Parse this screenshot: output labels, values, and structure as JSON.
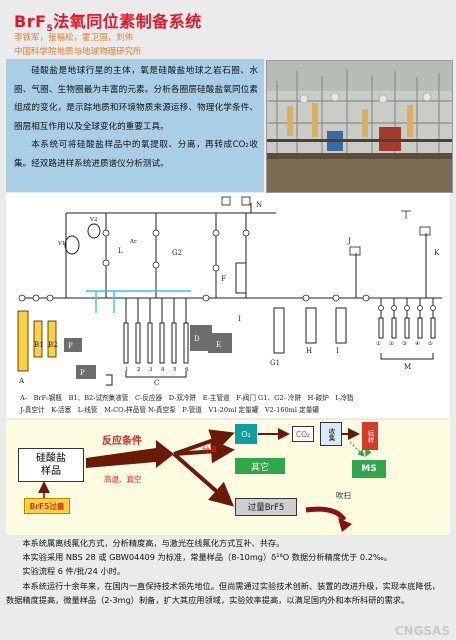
{
  "header": {
    "title_main": "法氧同位素制备系统",
    "title_prefix": "BrF",
    "title_sub": "5",
    "authors": "李铁军，张福松，霍卫国，刘伟",
    "affiliation": "中国科学院地质与地球物理研究所"
  },
  "intro": {
    "p1": "硅酸盐是地球行星的主体，氧是硅酸盐地球之岩石圈、水圈、气圈、生物圈最为丰富的元素。分析各圈层硅酸盐氧同位素组成的变化，是示踪地质和环境物质来源运移、物理化学条件、圈层相互作用以及全球变化的重要工具。",
    "p2": "本系统可将硅酸盐样品中的氧提取、分离，再转成CO₂收集。经双路进样系统进质谱仪分析测试。"
  },
  "photo": {
    "alt": "laboratory-vacuum-line-photo"
  },
  "schematic": {
    "labels": {
      "A": "A",
      "B1": "B1",
      "B2": "B2",
      "C": "C",
      "D": "D",
      "E": "E",
      "F": "F",
      "G1": "G1",
      "G2": "G2",
      "H": "H",
      "I": "I",
      "J": "J",
      "K": "K",
      "L": "L",
      "M": "M",
      "N": "N",
      "P1": "P",
      "P2": "P",
      "V1": "V1",
      "V2": "V2",
      "Ar": "Ar",
      "n1": "1",
      "n2": "2",
      "n3": "3",
      "n4": "4",
      "n5": "5",
      "n6": "6",
      "m1": "①",
      "m2": "②",
      "m3": "③",
      "m4": "④",
      "m5": "⑤"
    },
    "legend_line1": "A-　BrF₅钢瓶　B1、B2-试剂集液管　C-反应器　D-双冷阱　E-主管道　F-阀门 G1、G2- 冷阱　H-碳炉　I-冷指",
    "legend_line2": "J-真空计　K-活塞　L-线管　M-CO₂样品管 N-真空泵　P-管道　V1-20ml 定量罐　V2-160ml 定量罐"
  },
  "flow": {
    "silicate_sample": "硅酸盐\n样品",
    "brf5": "BrF5过量",
    "reaction": "反应条件",
    "conditions": "高温、真空",
    "separate": "分离",
    "o2": "O₂",
    "co2": "CO₂",
    "collect": "收集",
    "standard": "标样",
    "ms": "MS",
    "others": "其它",
    "excess_brf5": "过量BrF5",
    "blowoff": "吹扫"
  },
  "footer": {
    "p1": "本系统属离线氟化方式，分析精度高，与激光在线氟化方式互补、共存。",
    "p2": "本实验采用 NBS 28 或 GBW04409 为标准，常量样品（8-10mg）δ¹⁸O 数据分析精度优于 0.2‰。",
    "p3": "实验流程 6 件/批/24 小时。",
    "p4": "本系统运行十余年来，在国内一直保持技术领先地位。但尚需通过实验技术创新、装置的改进升级，实现本底降低，数据精度提高，微量样品（2-3mg）制备，扩大其应用领域，实验效率提高，以满足国内外和本所科研的需求。",
    "watermark": "CNGSAS"
  },
  "colors": {
    "title_red": "#e5172b",
    "author_orange": "#e97e2a",
    "intro_blue": "#a8cfe6",
    "flow_bg": "#fffde1",
    "reaction_red": "#e02020",
    "o2_teal": "#0aa0a0",
    "others_green": "#2ea84a",
    "standard_red": "#d63b2a",
    "arrow_dark": "#6b1a0a",
    "cyan_line": "#33c6e6"
  }
}
